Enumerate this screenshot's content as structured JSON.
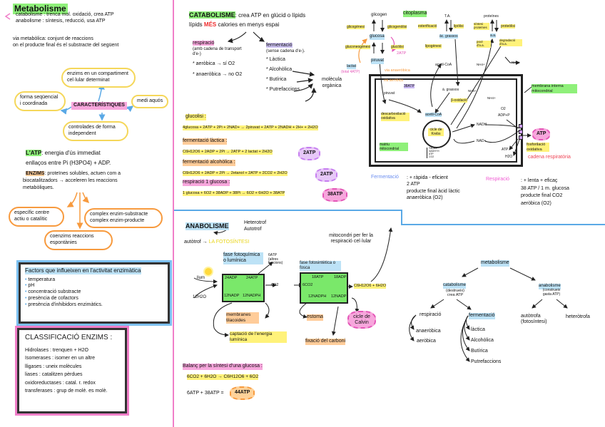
{
  "left": {
    "title": "Metabolisme",
    "catabolisme_line": "catabolisme : trenca mol. oxidació, crea ATP",
    "anabolisme_line": "anabolisme : síntesis, reducció, usa ATP",
    "via_line1": "via metabòlica: conjunt de reaccions",
    "via_line2": "on el producte final és el substracte del següent",
    "characteristics": {
      "center": "CARACTERÍSTIQUES",
      "top": "enzims en un compartiment cel·lular determinat",
      "left": "forma seqüencial i coordinada",
      "right": "medi aquós",
      "bottom": "controlades de forma independent"
    },
    "atp_label": "L'ATP",
    "atp_line1": ": energia d'ús immediat",
    "atp_line2": "enllaços entre Pi (H3PO4) + ADP.",
    "enzims_label": "ENZIMS",
    "enzims_line1": ": proteïnes solubles, actuen com a",
    "enzims_line2": "biocatalitzadors → acceleren les reaccions",
    "enzims_line3": "metabòliques.",
    "enzim_clouds": {
      "left": "específic centre actiu o catalític",
      "right": "complex enzim-substracte complex enzim-producte",
      "bottom": "coenzims reaccions espontànies"
    },
    "factors": {
      "title": "Factors que influeixen en l'activitat enzimàtica",
      "items": [
        "temperatura",
        "pH",
        "concentració substracte",
        "presència de cofactors",
        "presència d'inhibidors enzimàtics."
      ]
    },
    "classificacio": {
      "title": "CLASSIFICACIÓ ENZIMS :",
      "items": [
        "Hidrolases : trenquen + H2O",
        "Isomerases : isomer en un altre",
        "lligases : uneix molècules",
        "liases : catalitzen pèrdues",
        "oxidoreductases : catal. r. redox",
        "transferases : grup de molè. es molè."
      ]
    }
  },
  "catabolisme": {
    "title": "CATABOLISME",
    "line1": ": crea ATP en glúcid o lípids",
    "line2_pre": "lípids",
    "line2_mes": "MÉS",
    "line2_post": "calories en menys espai",
    "respiracio": {
      "label": "respiració",
      "sub": "(amb cadena de transport d'e-)",
      "items": [
        "* aeròbica → sí O2",
        "* anaeròbica → no O2"
      ]
    },
    "fermentacio": {
      "label": "fermentació",
      "sub": "(sense cadena d'e-).",
      "items": [
        "* Làctica",
        "* Alcohòlica",
        "* Butírica",
        "* Putrefaccions"
      ],
      "target": "molècula orgànica"
    },
    "glucolisi_label": "glucolisi :",
    "glucolisi_eq": "4glucosa + 2ATP + 2Pi + 2NAD+ → 2piruvat + 2ATP + 2NADH + 2H+ + 2H2O",
    "fl_label": "fermentació làctica :",
    "fl_eq": "C6H12O6 + 2ADP + 2Pi → 2ATP + 2 lactat + 2H2O",
    "fl_badge": "2ATP",
    "fa_label": "fermentació alcohòlica :",
    "fa_eq": "C6H12O6 + 2ADP + 2Pi → 2etanol + 2ATP + 2CO2 + 2H2O",
    "fa_badge": "2ATP",
    "resp_label": "respiració 1 glucosa :",
    "resp_eq": "1 glucosa + 6O2 + 38ADP + 38Pi → 6O2 + 6H2O + 38ATP",
    "resp_badge": "38ATP"
  },
  "cell": {
    "citoplasma": "citoplasma",
    "glicogen": "glicogen",
    "glicogenesi": "glicogènesi",
    "glicogenolisi": "glicogenòlisi",
    "glucosa": "glucosa",
    "gluconeogenesi": "gluconeogènesi",
    "glucolisi": "glucòlisi",
    "glucolisi_atp": "2ATP",
    "piruvat": "piruvat",
    "lactat": "lactat",
    "total_atp": "(total 4ATP)",
    "ta": "T.A.",
    "esterificacio": "esterificació",
    "lipolisi": "lipòlisi",
    "lipogenesi": "lipogènesi",
    "acids_grassos": "àc. grassos",
    "acetil_coa_top": "acetil-CoA",
    "proteines": "proteïnes",
    "sintesi_proteines": "síntesi proteïnes",
    "proteolisi": "proteòlisi",
    "aa": "a.a.",
    "pool_aa": "pool d'a.a.",
    "degradacio_aa": "degradació d'a.a.",
    "nh4_1": "NH4+",
    "nh4_2": "NH4+",
    "via_anaerobica": "via anaeròbica",
    "via_aerobica": "via aeròbica",
    "aerobic_atp": "38ATP",
    "piruvat_in": "piruvat",
    "ac_grassos_in": "à. grassos",
    "beta_oxidacio": "β-oxidació",
    "nh4_in1": "NH4+",
    "nh4_in2": "NH4+",
    "acetil_coa": "acetil-CoA",
    "descarboxilacio": "descarboxilació oxidativa",
    "cicle_krebs": "cicle de Krebs",
    "matriu": "matriu mitocondrial",
    "krebs_products": [
      "FADH2",
      "NADH+H",
      "ATP",
      "CO2"
    ],
    "nadh": "NADH",
    "nad": "NAD+",
    "o2": "O2",
    "adp_p": "ADP+P",
    "atp_out": "ATP",
    "h2o": "H2O",
    "atp_burst": "ATP",
    "membrana": "membrana interna mitocondrial",
    "fosforilacio": "fosforilació oxidativa",
    "cadena": "cadena respiratòria"
  },
  "comparison": {
    "fermentacio_label": "Fermentació",
    "fermentacio_items": [
      ": + ràpida - eficient",
      "2 ATP",
      "producte final àcid làctic",
      "anaeròbica (O2)"
    ],
    "respiracio_label": "Respiració",
    "respiracio_items": [
      ": + lenta + eficaç",
      "38 ATP / 1 m. glucosa",
      "producte final CO2",
      "aeròbica (O2)"
    ]
  },
  "anabolisme": {
    "title": "ANABOLISME",
    "heterotrof": "Heterotrof",
    "autotrof": "Autotrof",
    "autotrof_line": "autòtrof →",
    "fotosintesi": "LA FOTOSÍNTESI",
    "fase_lum": "fase fotoquímica o lumínica",
    "fase_fosca": "fase fotosintètica o fosca",
    "llum": "llum",
    "h2o_in": "12H2O",
    "box1": [
      "24ADP",
      "24ATP",
      "12NADP",
      "12NADPH"
    ],
    "box2": [
      "18ATP",
      "18ADP",
      "12NADPH",
      "12NADP"
    ],
    "atp_extra": "6ATP (altres funcions)",
    "o2_out": "6O2",
    "co2_in": "6CO2",
    "glucosa_out": "C6H12O6 + 6H2O",
    "mito_note": "mitocondri per fer la respiració cel·lular",
    "membranes": "membranes tilacoides",
    "captacio": "captació de l'energia lumínica",
    "estoma": "estoma",
    "fixacio": "fixació del carboni",
    "calvin": "cicle de Calvin",
    "balanc_label": "Balanç per la síntesi d'una glucosa :",
    "balanc_eq": "6CO2 + 6H2O → C6H12O6 + 6O2",
    "balanc_atp": "6ATP + 38ATP =",
    "balanc_badge": "44ATP"
  },
  "tree": {
    "root": "metabolisme",
    "catabolisme": "catabolisme",
    "catabolisme_sub": "(destrueix) crea ATP",
    "anabolisme": "anabolisme",
    "anabolisme_sub": "(construeix gasta ATP)",
    "respiracio": "respiració",
    "resp_children": [
      "anaeròbica",
      "aeròbica"
    ],
    "fermentacio": "fermentació",
    "ferm_children": [
      "làctica",
      "Alcohòlica",
      "Butírica",
      "Putrefaccions"
    ],
    "autotrofa": "autòtrofa (fotosíntesi)",
    "heterotrofa": "heteròtrofa"
  }
}
